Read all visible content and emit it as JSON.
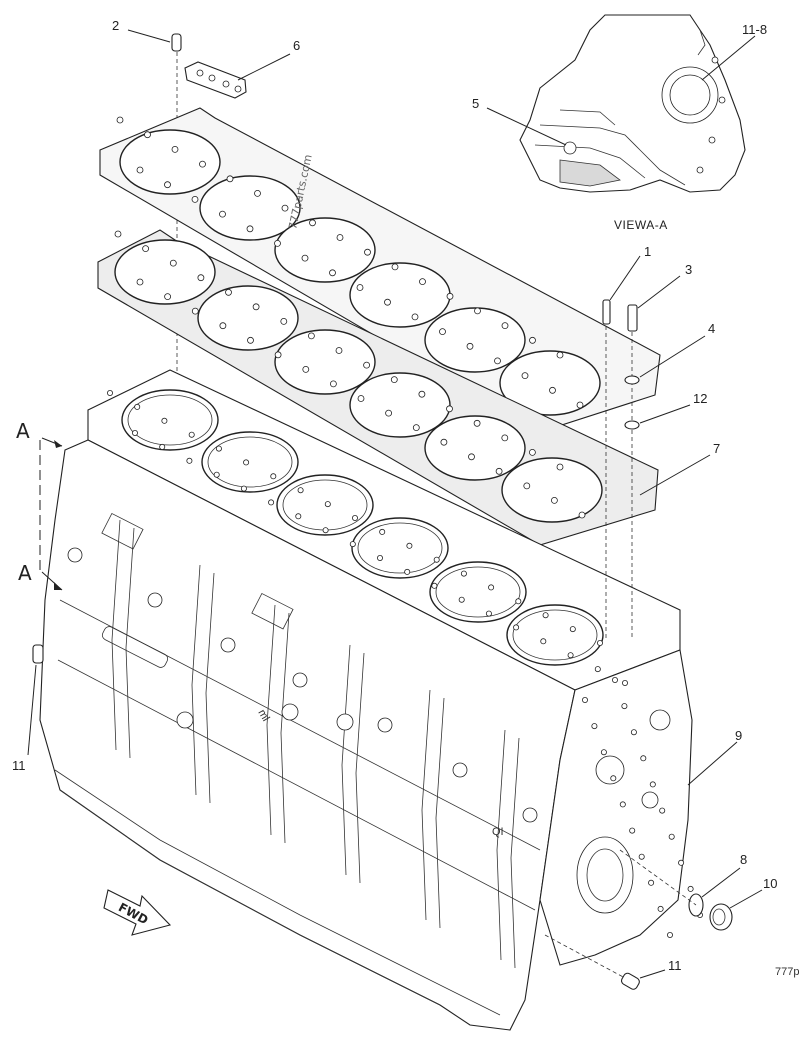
{
  "callouts": {
    "c2": "2",
    "c6": "6",
    "c11_8": "11-8",
    "c5": "5",
    "c1": "1",
    "c3": "3",
    "c4": "4",
    "c12": "12",
    "c7": "7",
    "c9": "9",
    "c8": "8",
    "c10": "10",
    "c11_left": "11",
    "c11_bottom": "11"
  },
  "view_letters": {
    "top": "A",
    "bottom": "A"
  },
  "view_label": "VIEWA-A",
  "fwd_label": "FWD",
  "watermark": "777parts.com",
  "corner_mark": "777p",
  "colors": {
    "line": "#222222",
    "background": "#ffffff",
    "shade": "#d9d9d9"
  }
}
